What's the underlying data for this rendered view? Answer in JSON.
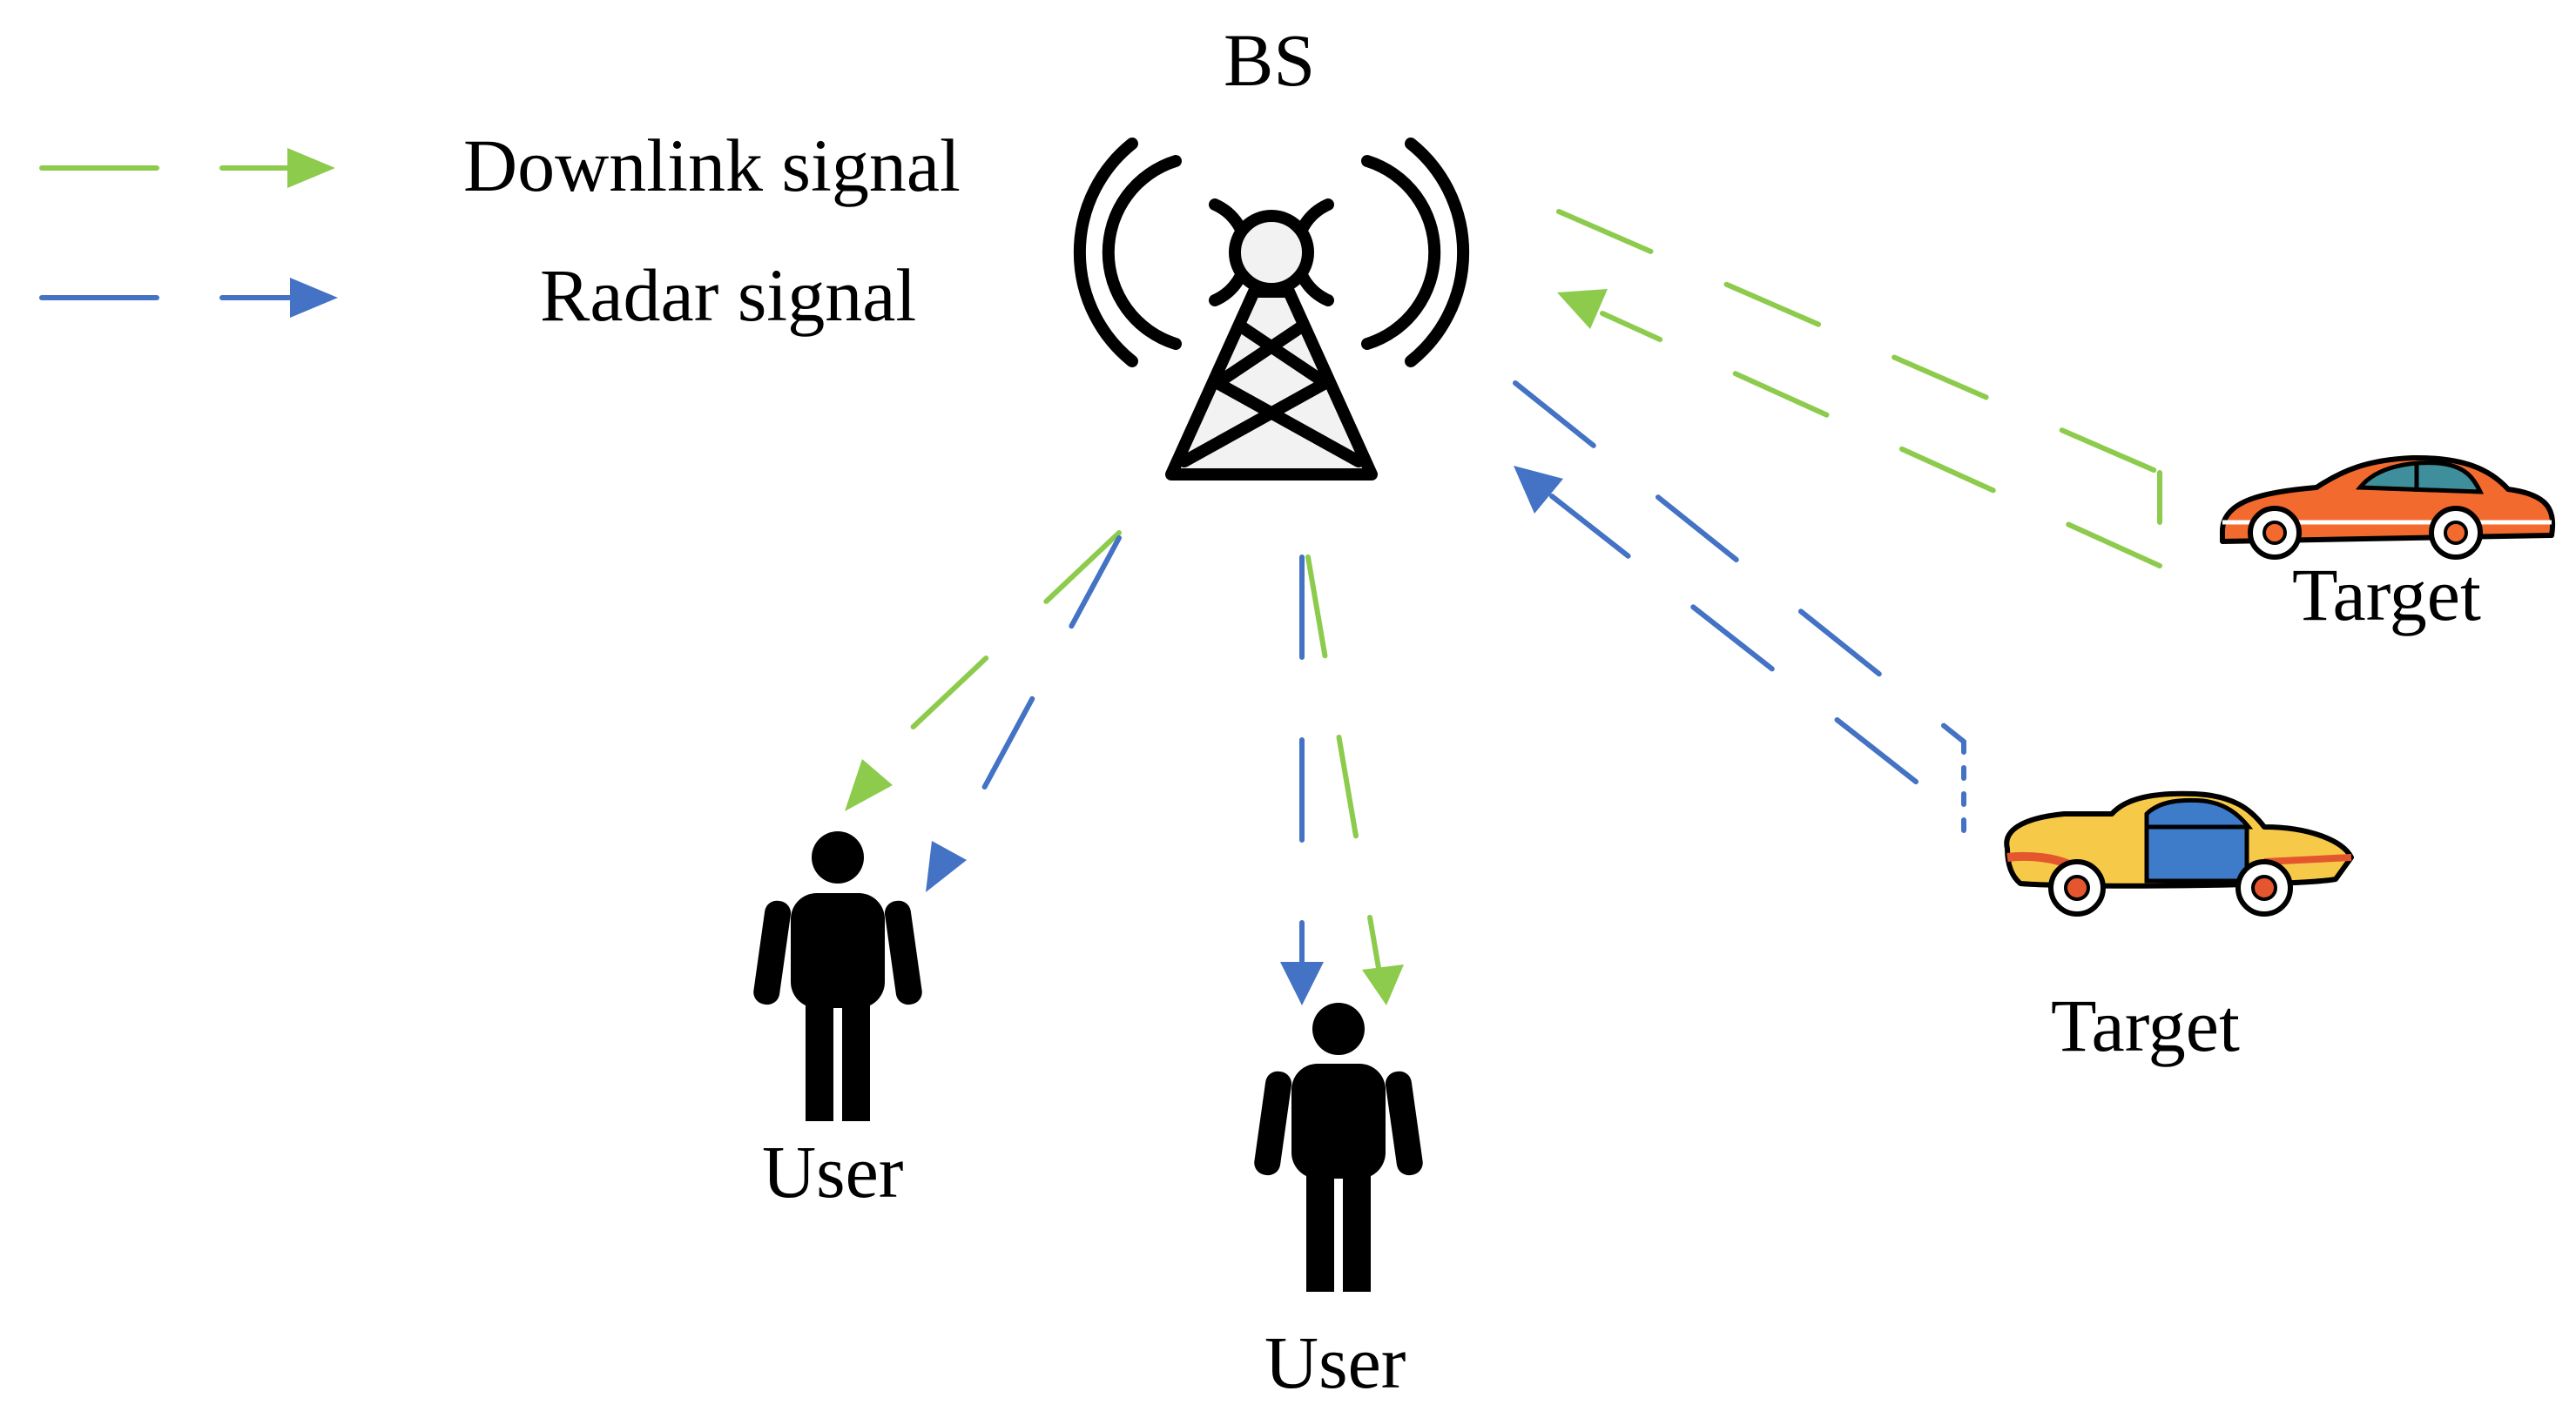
{
  "legend": {
    "downlink": {
      "label": "Downlink signal",
      "color": "#8CCB4C"
    },
    "radar": {
      "label": "Radar signal",
      "color": "#4472C4"
    }
  },
  "bs": {
    "label": "BS",
    "icon": "base-station-tower-icon"
  },
  "users": [
    {
      "label": "User",
      "icon": "person-icon"
    },
    {
      "label": "User",
      "icon": "person-icon"
    }
  ],
  "targets": [
    {
      "label": "Target",
      "icon": "orange-car-icon"
    },
    {
      "label": "Target",
      "icon": "yellow-car-icon"
    }
  ]
}
